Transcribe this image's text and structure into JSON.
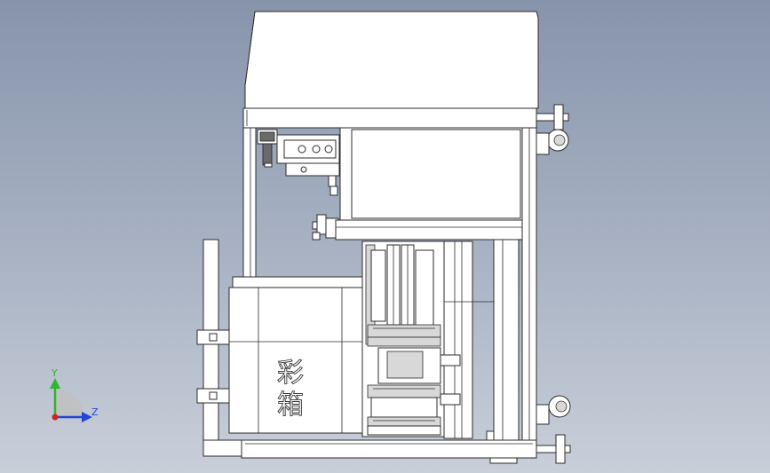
{
  "triad": {
    "y_label": "Y",
    "z_label": "Z",
    "y_color": "#2fb52f",
    "z_color": "#2046d8",
    "origin_color": "#d42020"
  },
  "panel_text": {
    "line1": "彩",
    "line2": "箱"
  }
}
